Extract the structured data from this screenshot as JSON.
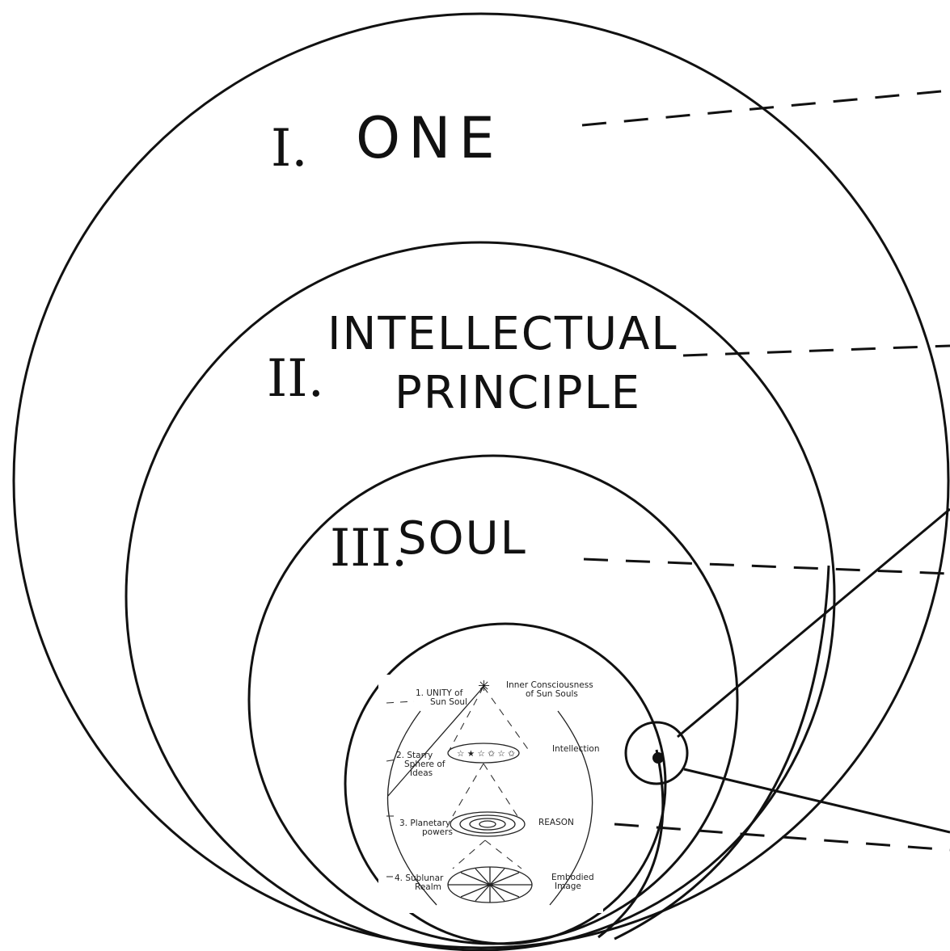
{
  "labels": {
    "one": {
      "numeral": "I.",
      "text": "ONE"
    },
    "intellectual": {
      "numeral": "II.",
      "line1": "INTELLECTUAL",
      "line2": "PRINCIPLE"
    },
    "soul": {
      "numeral": "III.",
      "text": "SOUL"
    }
  },
  "inset": {
    "levels": [
      {
        "left_line1": "1. UNITY of",
        "left_line2": "Sun Soul",
        "right_line1": "Inner Consciousness",
        "right_line2": "of Sun Souls"
      },
      {
        "left_line1": "2. Starry",
        "left_line2": "Sphere of",
        "left_line3": "Ideas",
        "right_line1": "Intellection"
      },
      {
        "left_line1": "3. Planetary",
        "left_line2": "powers",
        "right_line1": "REASON"
      },
      {
        "left_line1": "4. Sublunar",
        "left_line2": "Realm",
        "right_line1": "Embodied",
        "right_line2": "Image"
      }
    ]
  }
}
